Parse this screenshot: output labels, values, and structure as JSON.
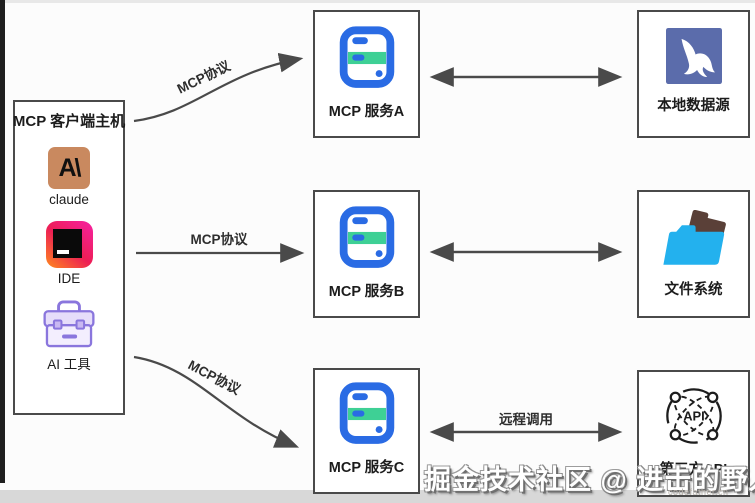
{
  "client_box": {
    "title": "MCP 客户端主机",
    "items": [
      {
        "name": "claude",
        "label": "claude",
        "icon": "claude-icon",
        "icon_text": "A\\"
      },
      {
        "name": "ide",
        "label": "IDE",
        "icon": "jetbrains-ide-icon"
      },
      {
        "name": "ai-tools",
        "label": "AI 工具",
        "icon": "toolbox-icon"
      }
    ]
  },
  "servers": [
    {
      "label": "MCP 服务A",
      "icon": "server-icon"
    },
    {
      "label": "MCP 服务B",
      "icon": "server-icon"
    },
    {
      "label": "MCP 服务C",
      "icon": "server-icon"
    }
  ],
  "resources": [
    {
      "label": "本地数据源",
      "icon": "mysql-dolphin-icon"
    },
    {
      "label": "文件系统",
      "icon": "folder-icon"
    },
    {
      "label": "第三方API",
      "icon": "api-icon",
      "icon_text": "API"
    }
  ],
  "edge_labels": {
    "client_to_server_a": "MCP协议",
    "client_to_server_b": "MCP协议",
    "client_to_server_c": "MCP协议",
    "server_c_to_api": "远程调用"
  },
  "watermark": {
    "main": "掘金技术社区 @ 进击的野人",
    "small": "codefather.cn"
  },
  "colors": {
    "server_icon_blue": "#2a6be4",
    "server_icon_green": "#3ed095",
    "mysql_indigo": "#5b6cab",
    "folder_cyan": "#23b1ee",
    "folder_back_brown": "#5a4038",
    "claude_tan": "#c9895f",
    "toolbox_purple": "#8a76dd",
    "arrow_gray": "#4a4a4a"
  }
}
